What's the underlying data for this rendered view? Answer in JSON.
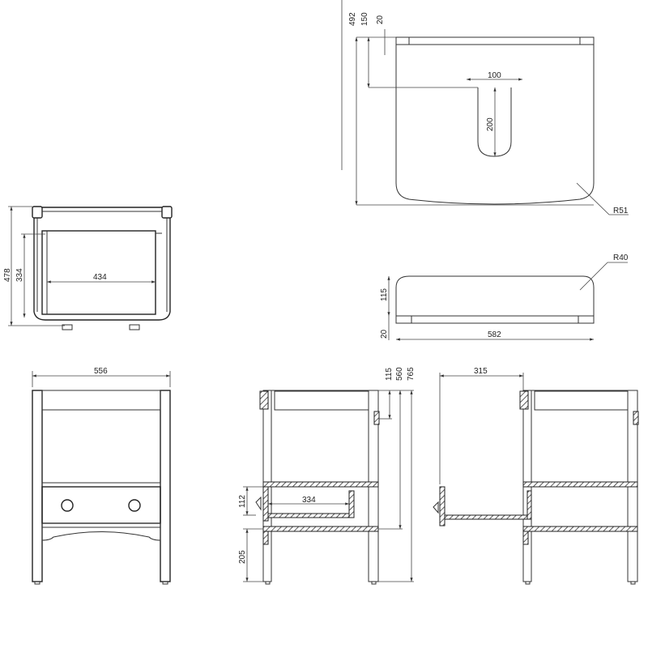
{
  "diagram": {
    "type": "technical-drawing",
    "subject": "Bathroom vanity unit with drawer and countertop basin",
    "views": {
      "basin_top": {
        "dims": {
          "overall_depth": "492",
          "waste_offset": "150",
          "rim": "20",
          "slot_width": "100",
          "slot_length": "200",
          "corner_radius": "R51"
        }
      },
      "basin_front": {
        "dims": {
          "height": "115",
          "rim": "20",
          "width": "582",
          "corner_radius": "R40"
        }
      },
      "plan": {
        "dims": {
          "overall_depth": "478",
          "inner_depth": "334",
          "inner_width": "434"
        }
      },
      "front": {
        "dims": {
          "width": "556"
        }
      },
      "section": {
        "dims": {
          "basin_height": "115",
          "shelf_height": "560",
          "overall_height": "765",
          "drawer_height": "112",
          "drawer_depth": "334",
          "leg_height": "205"
        }
      },
      "section_open": {
        "dims": {
          "drawer_extension": "315"
        }
      }
    }
  }
}
